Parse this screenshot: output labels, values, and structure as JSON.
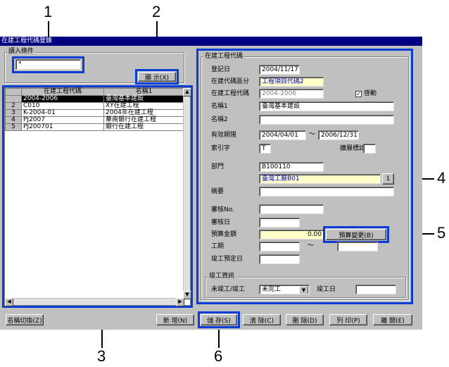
{
  "window": {
    "title": "在建工程代碼登錄"
  },
  "callouts": [
    "1",
    "2",
    "3",
    "4",
    "5",
    "6"
  ],
  "filter": {
    "group_label": "讀入條件",
    "input_value": "*",
    "show_button": "顯 示(X)"
  },
  "grid": {
    "headers": [
      "在建工程代碼",
      "名稱1"
    ],
    "rows": [
      {
        "num": "",
        "code": "2004-2006",
        "name": "臺灣基本建設"
      },
      {
        "num": "2",
        "code": "C010",
        "name": "XY在建工程"
      },
      {
        "num": "3",
        "code": "K-2004-01",
        "name": "2004年在建工程"
      },
      {
        "num": "4",
        "code": "PJ2007",
        "name": "華南銀行在建工程"
      },
      {
        "num": "5",
        "code": "PJ200701",
        "name": "銀行在建工程"
      }
    ]
  },
  "form": {
    "group_label": "在建工程代碼",
    "reg_date_label": "登記日",
    "reg_date": "2004/11/17",
    "category_label": "在建代碼區分",
    "category": "工程項目代碼2",
    "code_label": "在建工程代碼",
    "code": "2004-2006",
    "active_label": "啓動",
    "active_check": "✓",
    "name1_label": "名稱1",
    "name1": "臺灣基本建設",
    "name2_label": "名稱2",
    "name2": "",
    "period_label": "有效期限",
    "period_from": "2004/04/01",
    "period_sep": "～",
    "period_to": "2006/12/31",
    "index_label": "索引字",
    "index": "T",
    "ext_label": "擴展標誌",
    "ext": "",
    "dept_label": "部門",
    "dept_code": "B100110",
    "dept_name": "臺灣工廠B01",
    "dept_btn": "1",
    "summary_label": "摘要",
    "summary": "",
    "audit_no_label": "審核No.",
    "audit_no": "",
    "audit_date_label": "審核日",
    "audit_date": "",
    "budget_label": "預算金額",
    "budget": "0.00",
    "budget_change_btn": "預算變更(B)",
    "duration_label": "工期",
    "duration_from": "",
    "duration_sep": "～",
    "duration_to": "",
    "planned_label": "竣工預定日",
    "planned": ""
  },
  "completion": {
    "group_label": "竣工資訊",
    "status_label": "未竣工/竣工",
    "status_value": "未完工",
    "date_label": "竣工日",
    "date_value": ""
  },
  "buttons": {
    "name_switch": "名稱切換(Z)",
    "new": "新 增(N)",
    "save": "儲 存(S)",
    "clear": "清 除(C)",
    "delete": "刪 除(D)",
    "print": "列 印(P)",
    "close": "離 開(E)"
  },
  "colors": {
    "highlight": "#0a3cd6",
    "titlebar": "#000080"
  }
}
